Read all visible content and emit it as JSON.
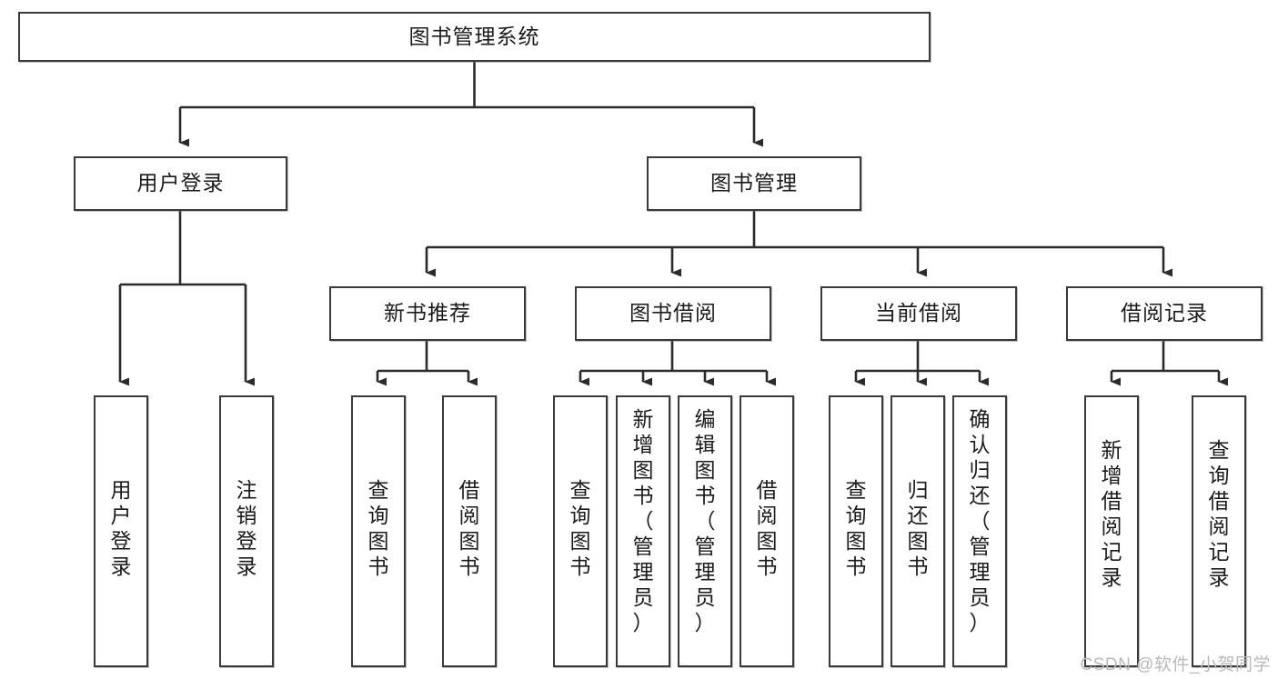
{
  "diagram": {
    "title": "图书管理系统",
    "type": "tree",
    "orientation": "top-down",
    "line_color": "#3a3a3a",
    "box_fill": "#ffffff",
    "nodes": {
      "root": {
        "label": "图书管理系统"
      },
      "level2": [
        {
          "id": "user-login",
          "label": "用户登录"
        },
        {
          "id": "book-management",
          "label": "图书管理"
        }
      ],
      "level3": [
        {
          "id": "new-book-recommend",
          "label": "新书推荐"
        },
        {
          "id": "book-borrow",
          "label": "图书借阅"
        },
        {
          "id": "current-borrow",
          "label": "当前借阅"
        },
        {
          "id": "borrow-record",
          "label": "借阅记录"
        }
      ],
      "leaves": {
        "user-login": [
          {
            "id": "leaf-user-login",
            "label": "用户登录"
          },
          {
            "id": "leaf-logout-login",
            "label": "注销登录"
          }
        ],
        "new-book-recommend": [
          {
            "id": "leaf-query-book-1",
            "label": "查询图书"
          },
          {
            "id": "leaf-borrow-book-1",
            "label": "借阅图书"
          }
        ],
        "book-borrow": [
          {
            "id": "leaf-query-book-2",
            "label": "查询图书"
          },
          {
            "id": "leaf-add-book",
            "label": "新增图书（管理员）"
          },
          {
            "id": "leaf-edit-book",
            "label": "编辑图书（管理员）"
          },
          {
            "id": "leaf-borrow-book-2",
            "label": "借阅图书"
          }
        ],
        "current-borrow": [
          {
            "id": "leaf-query-book-3",
            "label": "查询图书"
          },
          {
            "id": "leaf-return-book",
            "label": "归还图书"
          },
          {
            "id": "leaf-confirm-return",
            "label": "确认归还（管理员）"
          }
        ],
        "borrow-record": [
          {
            "id": "leaf-add-record",
            "label": "新增借阅记录"
          },
          {
            "id": "leaf-query-record",
            "label": "查询借阅记录"
          }
        ]
      }
    }
  },
  "watermark": {
    "text": "CSDN @软件_小贺同学"
  }
}
